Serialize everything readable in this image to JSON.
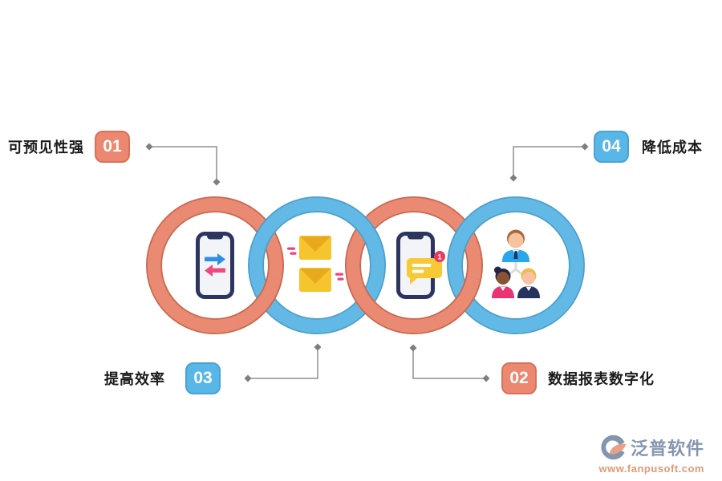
{
  "steps": [
    {
      "number": "01",
      "label": "可预见性强"
    },
    {
      "number": "02",
      "label": "数据报表数字化"
    },
    {
      "number": "03",
      "label": "提高效率"
    },
    {
      "number": "04",
      "label": "降低成本"
    }
  ],
  "icons": {
    "ring1": "phone-data-transfer",
    "ring2": "mail-messages",
    "ring3": "phone-chat-notification",
    "ring4": "team-network",
    "chat_notification_count": "1"
  },
  "colors": {
    "ring_salmon": "#EA8A73",
    "ring_salmon_border": "#C9684F",
    "ring_blue": "#63B9E6",
    "ring_blue_border": "#4D9FCB",
    "badge_salmon": "#EC8870",
    "badge_blue": "#59B7E8",
    "connector": "#8F8F8F",
    "label_text": "#1B1B1B",
    "watermark_brand": "#8796B0",
    "watermark_url": "#DE9B75"
  },
  "watermark": {
    "brand": "泛普软件",
    "url": "www.fanpusoft.com"
  }
}
